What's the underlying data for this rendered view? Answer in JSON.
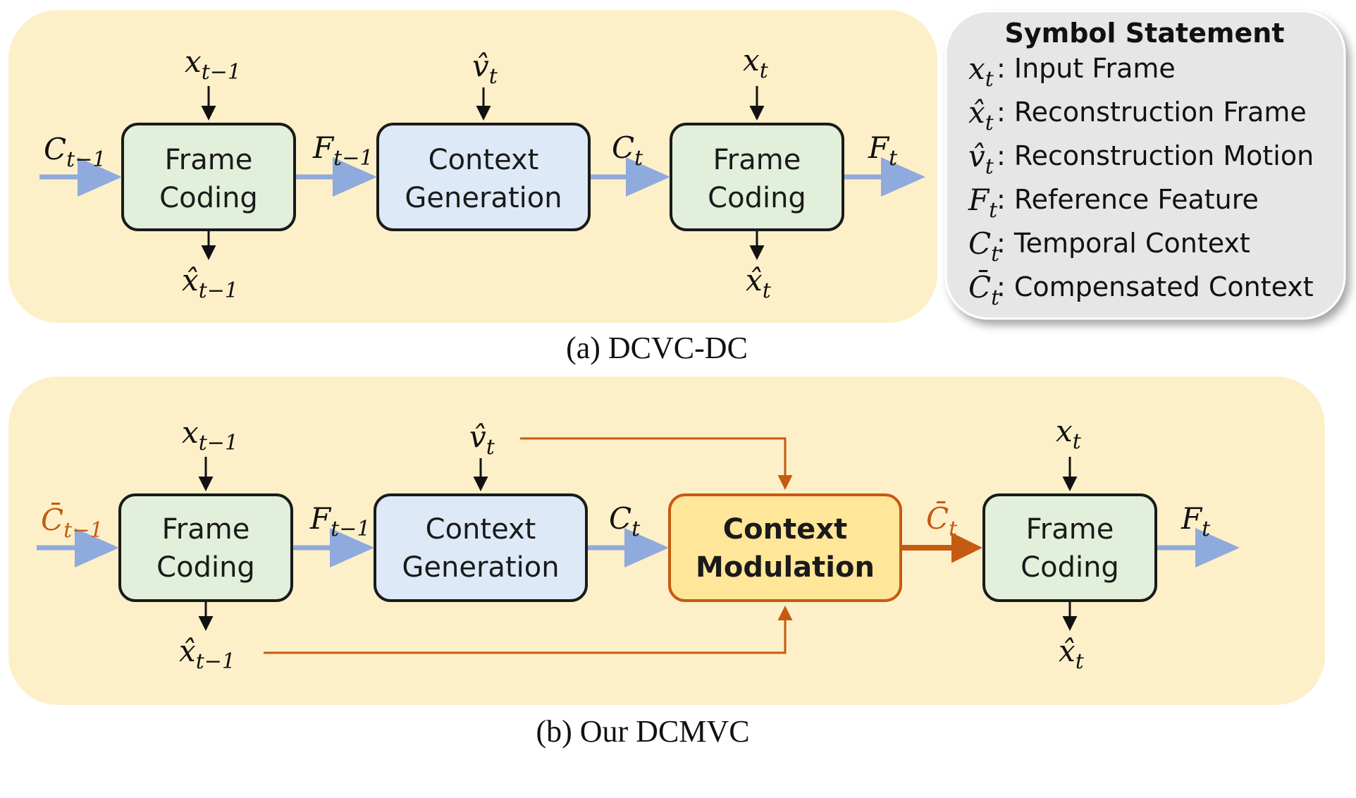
{
  "colors": {
    "panel_bg": "#fdf0c8",
    "frame_coding_fill": "#e2efda",
    "context_generation_fill": "#dde9f7",
    "context_modulation_fill": "#ffe699",
    "context_modulation_stroke": "#c55a11",
    "blue_arrow": "#8faadc",
    "orange_arrow": "#c55a11",
    "legend_bg": "#e6e6e6"
  },
  "top": {
    "caption": "(a) DCVC-DC",
    "blocks": {
      "frame_coding_1": [
        "Frame",
        "Coding"
      ],
      "context_generation": [
        "Context",
        "Generation"
      ],
      "frame_coding_2": [
        "Frame",
        "Coding"
      ]
    },
    "labels": {
      "c_in": {
        "base": "C",
        "sub": "t−1"
      },
      "x_in_1": {
        "base": "x",
        "sub": "t−1"
      },
      "x_out_1": {
        "base": "x̂",
        "sub": "t−1"
      },
      "f_mid": {
        "base": "F",
        "sub": "t−1"
      },
      "v_in": {
        "base": "v̂",
        "sub": "t"
      },
      "c_mid": {
        "base": "C",
        "sub": "t"
      },
      "x_in_2": {
        "base": "x",
        "sub": "t"
      },
      "x_out_2": {
        "base": "x̂",
        "sub": "t"
      },
      "f_out": {
        "base": "F",
        "sub": "t"
      }
    }
  },
  "bottom": {
    "caption": "(b) Our DCMVC",
    "blocks": {
      "frame_coding_1": [
        "Frame",
        "Coding"
      ],
      "context_generation": [
        "Context",
        "Generation"
      ],
      "context_modulation": [
        "Context",
        "Modulation"
      ],
      "frame_coding_2": [
        "Frame",
        "Coding"
      ]
    },
    "labels": {
      "c_in": {
        "base": "C̄",
        "sub": "t−1"
      },
      "x_in_1": {
        "base": "x",
        "sub": "t−1"
      },
      "x_out_1": {
        "base": "x̂",
        "sub": "t−1"
      },
      "f_mid": {
        "base": "F",
        "sub": "t−1"
      },
      "v_in": {
        "base": "v̂",
        "sub": "t"
      },
      "c_mid": {
        "base": "C",
        "sub": "t"
      },
      "c_mod": {
        "base": "C̄",
        "sub": "t"
      },
      "x_in_2": {
        "base": "x",
        "sub": "t"
      },
      "x_out_2": {
        "base": "x̂",
        "sub": "t"
      },
      "f_out": {
        "base": "F",
        "sub": "t"
      }
    }
  },
  "legend": {
    "title": "Symbol Statement",
    "items": [
      {
        "base": "x",
        "sub": "t",
        "text": ": Input Frame"
      },
      {
        "base": "x̂",
        "sub": "t",
        "text": ": Reconstruction Frame"
      },
      {
        "base": "v̂",
        "sub": "t",
        "text": ": Reconstruction Motion"
      },
      {
        "base": "F",
        "sub": "t",
        "text": ": Reference Feature"
      },
      {
        "base": "C",
        "sub": "t",
        "text": ": Temporal Context"
      },
      {
        "base": "C̄",
        "sub": "t",
        "text": ": Compensated Context"
      }
    ]
  }
}
